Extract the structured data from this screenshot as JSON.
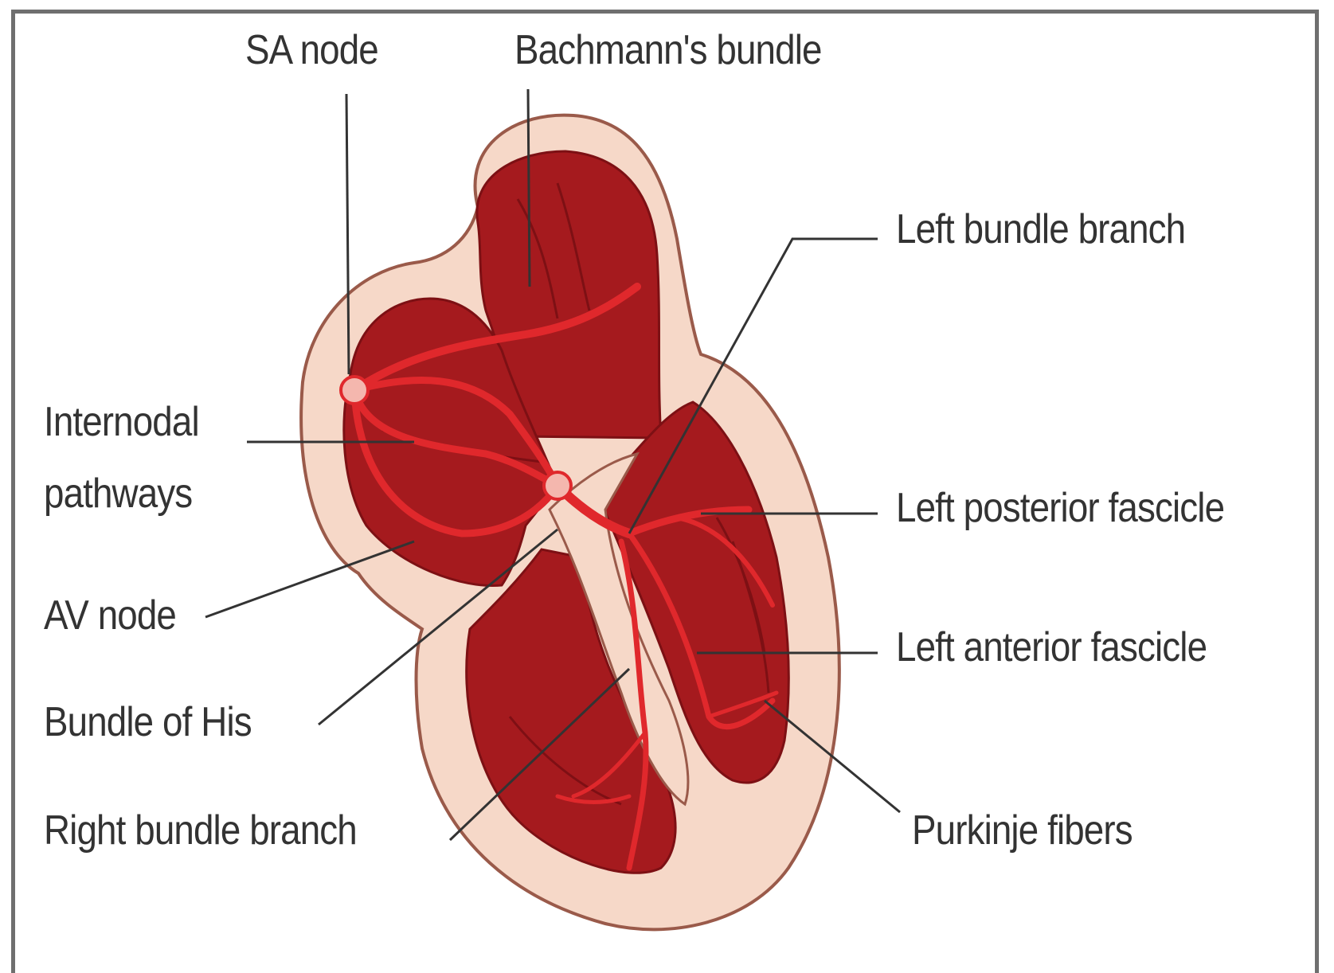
{
  "labels": {
    "sa_node": "SA node",
    "bachmanns_bundle": "Bachmann's bundle",
    "left_bundle_branch": "Left bundle branch",
    "internodal_line1": "Internodal",
    "internodal_line2": "pathways",
    "left_posterior_fascicle": "Left posterior fascicle",
    "av_node": "AV node",
    "left_anterior_fascicle": "Left anterior fascicle",
    "bundle_of_his": "Bundle of His",
    "right_bundle_branch": "Right bundle branch",
    "purkinje_fibers": "Purkinje fibers"
  },
  "colors": {
    "outer_wall": "#f6d8c8",
    "outline": "#9a5a4a",
    "chamber": "#a51a1e",
    "chamber_dark": "#8a1216",
    "conduction": "#e0282c",
    "leader_line": "#333333"
  }
}
